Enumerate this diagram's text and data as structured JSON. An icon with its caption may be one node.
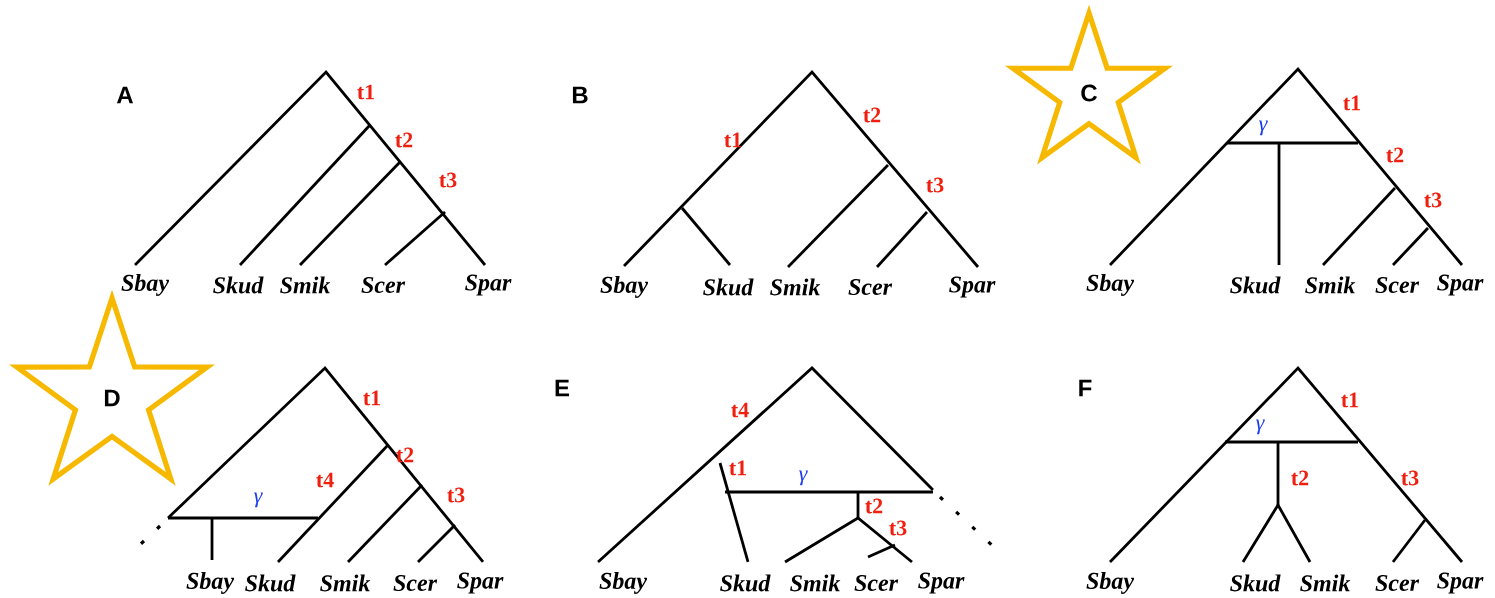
{
  "diagram": {
    "nodes": [
      {
        "text": [
          "C"
        ]
      },
      {
        "text": [
          "D"
        ]
      }
    ],
    "labels": [
      "A",
      "t1",
      "t2",
      "t3",
      "Sbay",
      "Skud",
      "Smik",
      "Scer",
      "Spar",
      "B",
      "t2",
      "t1",
      "t3",
      "Sbay",
      "Skud",
      "Smik",
      "Scer",
      "Spar",
      "t1",
      "γ",
      "t2",
      "t3",
      "Sbay",
      "Skud",
      "Smik",
      "Scer",
      "Spar",
      "t1",
      "t2",
      "t4",
      "γ",
      "t3",
      "Sbay",
      "Skud",
      "Smik",
      "Scer",
      "Spar",
      "E",
      "t4",
      "t1",
      "γ",
      "t2",
      "t3",
      "Sbay",
      "Skud",
      "Smik",
      "Scer",
      "Spar",
      "F",
      "t1",
      "γ",
      "t2",
      "t3",
      "Sbay",
      "Skud",
      "Smik",
      "Scer",
      "Spar"
    ]
  }
}
